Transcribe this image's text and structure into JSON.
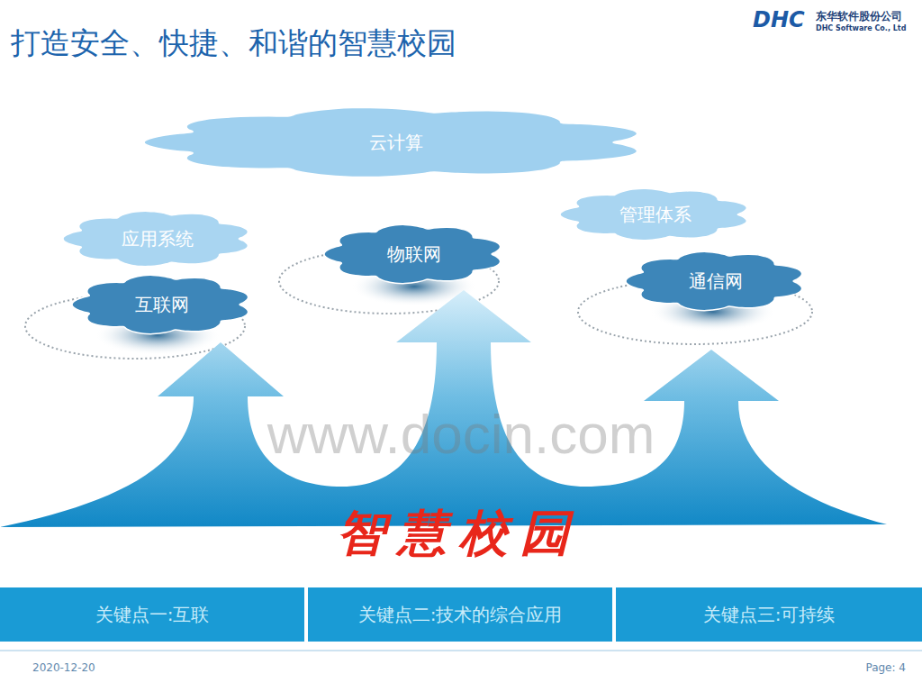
{
  "diagram": {
    "title": "打造安全、快捷、和谐的智慧校园",
    "nodes": [
      {
        "text": [
          "云计算"
        ]
      },
      {
        "text": [
          "应用系统"
        ]
      },
      {
        "text": [
          "管理体系"
        ]
      },
      {
        "text": [
          "物联网"
        ]
      },
      {
        "text": [
          "互联网"
        ]
      },
      {
        "text": [
          "通信网"
        ]
      },
      {
        "text": [
          "关键点一:互联"
        ]
      },
      {
        "text": [
          "关键点二:技术的综合应用"
        ]
      },
      {
        "text": [
          "关键点三:可持续"
        ]
      }
    ],
    "labels": [
      "DHC",
      "东华软件股份公司",
      "DHC Software Co., Ltd",
      "www.docin.com",
      "智慧校园",
      "2020-12-20",
      "Page: 4"
    ]
  }
}
